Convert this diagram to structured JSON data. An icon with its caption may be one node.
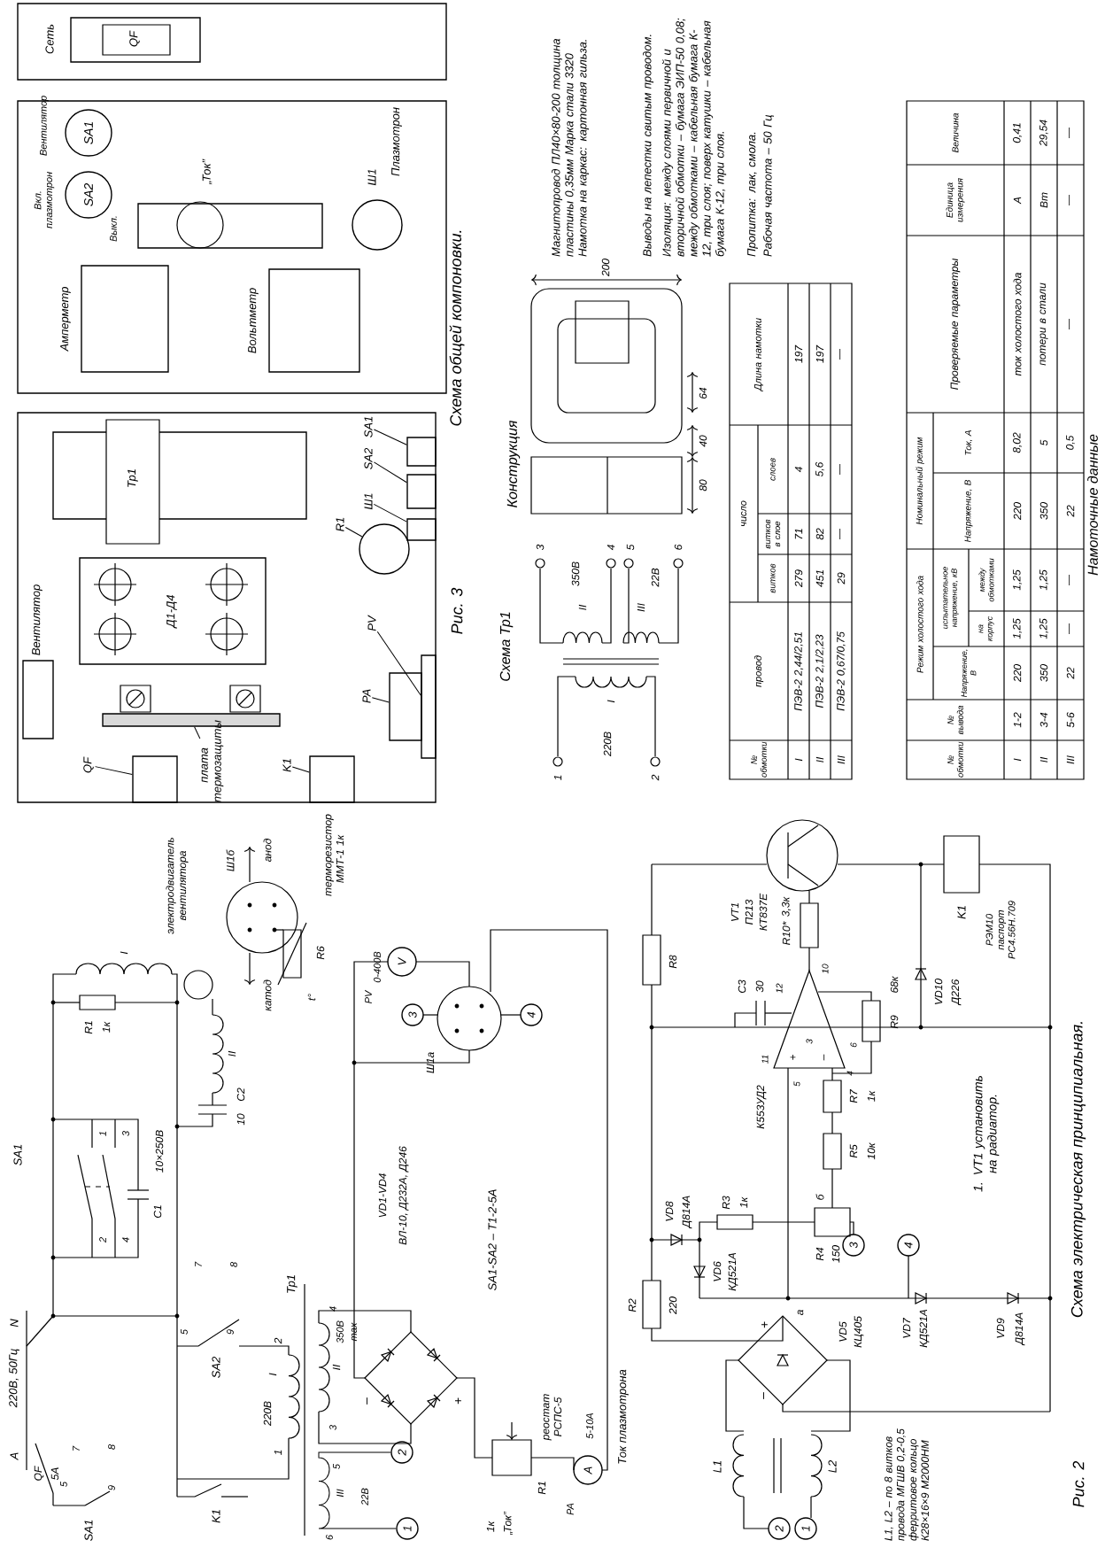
{
  "diagram": {
    "nodes": [
      {
        "text": [
          "Сеть"
        ]
      },
      {
        "text": [
          "QF"
        ],
        "in": 0
      },
      {
        "text": [],
        "shape": "box"
      },
      {
        "text": [
          "SA1"
        ],
        "beside": [
          "Вентилятор"
        ],
        "in": 2
      },
      {
        "text": [
          "SA2"
        ],
        "beside": [
          "Вкл. плазмотрон",
          "Выкл."
        ],
        "in": 2
      },
      {
        "text": [
          "Амперметр"
        ],
        "in": 2
      },
      {
        "text": [
          "„Ток”"
        ],
        "in": 2
      },
      {
        "text": [
          "Вольтметр"
        ],
        "in": 2
      },
      {
        "text": [
          "Ш1",
          "Плазмотрон"
        ],
        "in": 2
      },
      {
        "text": [],
        "shape": "box"
      },
      {
        "text": [
          "Тр1"
        ],
        "in": 9
      },
      {
        "text": [
          "Вентилятор"
        ],
        "in": 9
      },
      {
        "text": [
          "Д1-Д4"
        ],
        "in": 9
      },
      {
        "text": [],
        "shape": "bar",
        "in": 9
      },
      {
        "text": [],
        "shape": "box",
        "in": 9
      },
      {
        "text": [],
        "shape": "box",
        "in": 9
      },
      {
        "text": [],
        "shape": "circle",
        "in": 9
      },
      {
        "text": [],
        "shape": "box",
        "in": 9
      },
      {
        "text": [],
        "shape": "box",
        "in": 9
      },
      {
        "text": [],
        "shape": "box",
        "in": 9
      },
      {
        "text": [],
        "shape": "box",
        "in": 9
      },
      {
        "text": [],
        "shape": "box",
        "in": 9
      },
      {
        "text": [
          "QF"
        ],
        "in": 9
      },
      {
        "text": [
          "K1"
        ],
        "in": 9
      },
      {
        "text": [
          "плата термозащиты"
        ],
        "in": 9
      },
      {
        "text": [
          "R1"
        ],
        "in": 9
      },
      {
        "text": [
          "Ш1"
        ],
        "in": 9
      },
      {
        "text": [
          "SA2"
        ],
        "in": 9
      },
      {
        "text": [
          "SA1"
        ],
        "in": 9
      },
      {
        "text": [
          "PV"
        ],
        "in": 9
      },
      {
        "text": [
          "PA"
        ],
        "in": 9
      },
      {
        "text": [
          "1"
        ]
      },
      {
        "text": [
          "2"
        ]
      },
      {
        "text": [
          "V"
        ],
        "beside": [
          "PV",
          "0-400В"
        ]
      },
      {
        "text": [
          "3"
        ]
      },
      {
        "text": [
          "4"
        ]
      },
      {
        "text": [
          "A"
        ],
        "beside": [
          "PA",
          "5-10А"
        ]
      },
      {
        "text": [
          "2"
        ]
      },
      {
        "text": [
          "1"
        ]
      },
      {
        "text": [
          "3"
        ]
      },
      {
        "text": [
          "4"
        ]
      }
    ],
    "edges": [
      {
        "from": 22,
        "to": 14,
        "arrow": "none"
      },
      {
        "from": 23,
        "to": 15,
        "arrow": "none"
      },
      {
        "from": 24,
        "to": 13,
        "arrow": "none"
      },
      {
        "from": 25,
        "to": 16,
        "arrow": "none"
      },
      {
        "from": 26,
        "to": 17,
        "arrow": "none"
      },
      {
        "from": 27,
        "to": 18,
        "arrow": "none"
      },
      {
        "from": 28,
        "to": 19,
        "arrow": "none"
      },
      {
        "from": 29,
        "to": 20,
        "arrow": "none"
      },
      {
        "from": 30,
        "to": 21,
        "arrow": "none"
      },
      {
        "from": 32,
        "to": 31,
        "arrow": "none"
      }
    ],
    "labels": [
      "Рис. 3",
      "Схема общей компоновки.",
      "Магнитопровод ПЛ40×80-200 толщина пластины 0,35мм Марка стали 3320 Намотка на каркас: картонная гильза.",
      "Выводы на лепестки свитым проводом.",
      "Изоляция: между слоями первичной и вторичной обмотки – бумага ЭИП-50 0,08; между обмотками – кабельная бумага К-12, три слоя; поверх катушки – кабельная бумага К-12, три слоя.",
      "Пропитка: лак, смола.",
      "Рабочая частота – 50 Гц",
      "Конструкция",
      "200",
      "64",
      "40",
      "80",
      "Схема Тр1",
      "3",
      "II",
      "350В",
      "4",
      "5",
      "III",
      "22В",
      "6",
      "1",
      "I",
      "220В",
      "2",
      "№ обмотки",
      "провод",
      "число",
      "витков",
      "витков в слое",
      "слоев",
      "Длина намотки",
      "I",
      "ПЭВ-2 2,44/2,51",
      "279",
      "71",
      "4",
      "197",
      "II",
      "ПЭВ-2 2,1/2,23",
      "451",
      "82",
      "5,6",
      "197",
      "III",
      "ПЭВ-2 0,67/0,75",
      "29",
      "—",
      "—",
      "—",
      "№ обмотки",
      "№ вывода",
      "Режим холостого хода",
      "Номинальный режим",
      "Проверяемые параметры",
      "Единица измерения",
      "Величина",
      "Напряжение, В",
      "испытательное напряжение, кВ",
      "Напряжение, В",
      "Ток, А",
      "на корпус",
      "между обмотками",
      "I",
      "1-2",
      "220",
      "1,25",
      "1,25",
      "220",
      "8,02",
      "ток холостого хода",
      "А",
      "0,41",
      "II",
      "3-4",
      "350",
      "1,25",
      "1,25",
      "350",
      "5",
      "потери в стали",
      "Вт",
      "29,54",
      "III",
      "5-6",
      "22",
      "—",
      "—",
      "22",
      "0,5",
      "—",
      "—",
      "—",
      "Намоточные данные",
      "А",
      "220В, 50Гц",
      "N",
      "QF",
      "5А",
      "SA1",
      "SA1",
      "1",
      "3",
      "2",
      "4",
      "C1",
      "10×250В",
      "R1",
      "1к",
      "I",
      "II",
      "C2",
      "10",
      "электродвигатель вентилятора",
      "Ш1б",
      "анод",
      "катод",
      "R6",
      "t°",
      "терморезистор ММТ-1 1к",
      "SA2",
      "Тр1",
      "1",
      "2",
      "I",
      "220В",
      "K1",
      "7",
      "8",
      "5",
      "9",
      "7",
      "8",
      "5",
      "9",
      "VD1-VD4",
      "ВЛ-10, Д232А, Д246",
      "SA1-SA2 – Т1-2-5А",
      "II",
      "350В",
      "max",
      "3",
      "4",
      "5",
      "III",
      "22В",
      "6",
      "–",
      "+",
      "Ш1а",
      "1к",
      "„Ток”",
      "R1",
      "реостат РСПС-5",
      "Ток плазмотрона",
      "R2",
      "220",
      "VD5",
      "КЦ405",
      "+",
      "–",
      "L1",
      "L2",
      "L1, L2 – по 8 витков провода МГШВ 0,2-0,5 ферритовое кольцо К28×16×9 М2000НМ",
      "VD7",
      "КД521А",
      "VD9",
      "Д814А",
      "VD8",
      "Д814А",
      "VD6",
      "КД521А",
      "R3",
      "1к",
      "а",
      "б",
      "R4",
      "150",
      "R5",
      "10к",
      "R7",
      "1к",
      "К553УД2",
      "12",
      "10",
      "11",
      "3",
      "6",
      "+",
      "–",
      "5",
      "4",
      "C3",
      "30",
      "R8",
      "R9",
      "68к",
      "VT1",
      "П213",
      "КТ837Е",
      "R10*",
      "3,3к",
      "K1",
      "РЭМ10 паспорт РС4.56Н.709",
      "VD10",
      "Д226",
      "1. VT1 установить на радиатор.",
      "Рис. 2",
      "Схема электрическая принципиальная."
    ]
  }
}
